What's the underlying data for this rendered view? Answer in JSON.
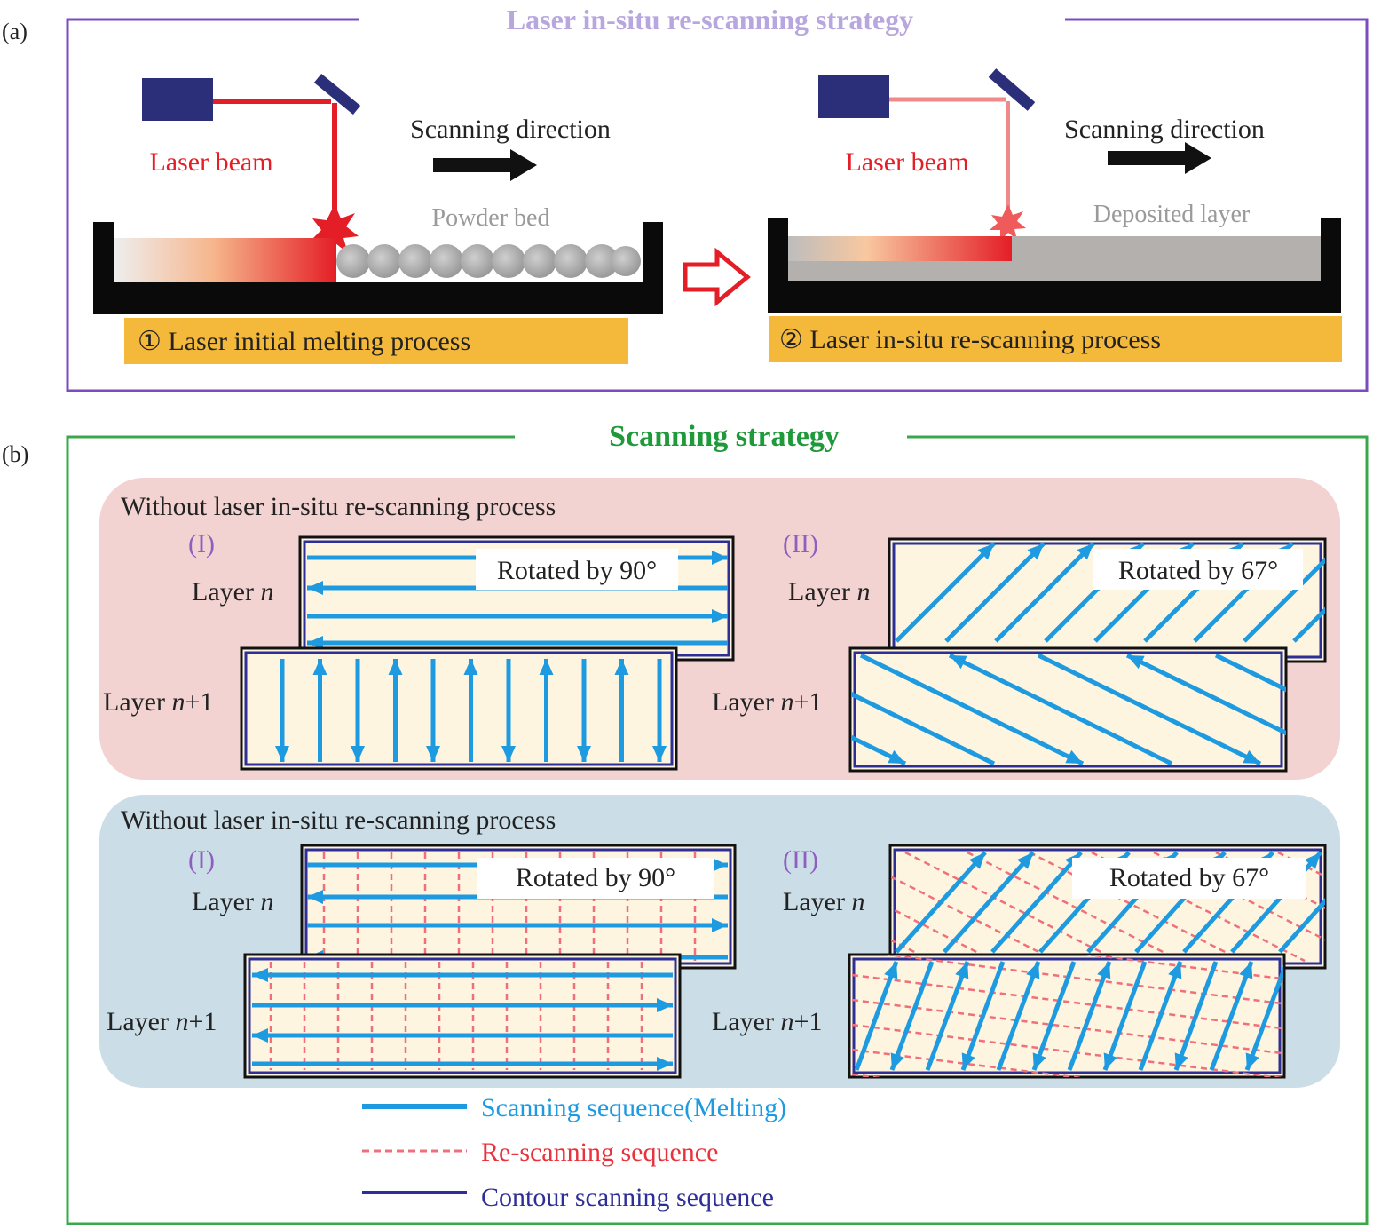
{
  "panel_a": {
    "label": "(a)",
    "title": "Laser in-situ re-scanning strategy",
    "left": {
      "laser_label": "Laser beam",
      "direction_label": "Scanning direction",
      "bed_label": "Powder bed",
      "caption": "① Laser initial melting process"
    },
    "right": {
      "laser_label": "Laser beam",
      "direction_label": "Scanning direction",
      "bed_label": "Deposited layer",
      "caption": "② Laser in-situ re-scanning process"
    }
  },
  "panel_b": {
    "label": "(b)",
    "title": "Scanning strategy",
    "top_group": {
      "title": "Without laser in-situ re-scanning process",
      "left": {
        "tag": "(I)",
        "rotation": "Rotated by 90°"
      },
      "right": {
        "tag": "(II)",
        "rotation": "Rotated by 67°"
      }
    },
    "bottom_group": {
      "title": "Without laser in-situ re-scanning process",
      "left": {
        "tag": "(I)",
        "rotation": "Rotated by 90°"
      },
      "right": {
        "tag": "(II)",
        "rotation": "Rotated by 67°"
      }
    },
    "layer_n_prefix": "Layer ",
    "layer_var": "n",
    "layer_n1_suffix": "+1",
    "legend": [
      {
        "label": "Scanning sequence(Melting)",
        "color": "#1e9be0"
      },
      {
        "label": "Re-scanning sequence",
        "color": "#e8323c"
      },
      {
        "label": "Contour scanning sequence",
        "color": "#2d2f96"
      }
    ]
  },
  "colors": {
    "panel_a_border": "#7b4bbf",
    "panel_a_title": "#b8a6de",
    "panel_b_border": "#3aa84a",
    "panel_b_title": "#1f9a3a",
    "laser_red": "#e41e26",
    "caption_bg": "#f4b93b",
    "top_group_bg": "#f2d3d1",
    "bottom_group_bg": "#cbdde6",
    "layer_fill": "#fdf5df",
    "tag_purple": "#8e5fc0"
  }
}
